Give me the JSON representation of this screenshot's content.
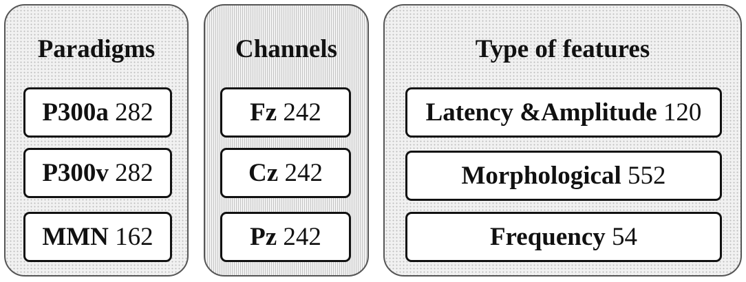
{
  "panels": [
    {
      "title": "Paradigms",
      "items": [
        {
          "label": "P300a",
          "value": "282"
        },
        {
          "label": "P300v",
          "value": "282"
        },
        {
          "label": "MMN",
          "value": "162"
        }
      ]
    },
    {
      "title": "Channels",
      "items": [
        {
          "label": "Fz",
          "value": "242"
        },
        {
          "label": "Cz",
          "value": "242"
        },
        {
          "label": "Pz",
          "value": "242"
        }
      ]
    },
    {
      "title": "Type of features",
      "items": [
        {
          "label": "Latency &Amplitude",
          "value": "120"
        },
        {
          "label": "Morphological",
          "value": "552"
        },
        {
          "label": "Frequency",
          "value": "54"
        }
      ]
    }
  ]
}
